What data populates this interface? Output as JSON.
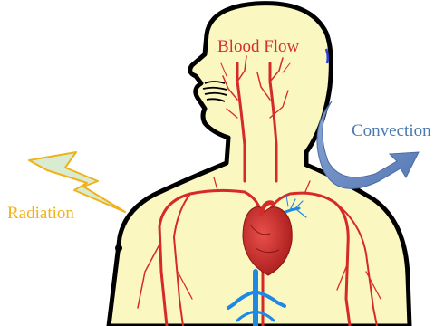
{
  "labels": {
    "blood_flow": "Blood Flow",
    "convection": "Convection",
    "radiation": "Radiation"
  },
  "colors": {
    "body_fill": "#fbf7c0",
    "outline": "#000000",
    "artery": "#d62a28",
    "vein": "#1e88e5",
    "heart": "#c81e24",
    "blood_flow_text": "#d32f2f",
    "convection_text": "#4a78b0",
    "convection_arrow": "#6d8fc4",
    "radiation_text": "#f0b21a",
    "lightning_fill": "#d9ecd2",
    "lightning_stroke": "#f0b21a"
  },
  "icons": {
    "radiation": "lightning-bolt-icon",
    "convection": "curved-arrow-icon",
    "heart": "heart-icon"
  }
}
